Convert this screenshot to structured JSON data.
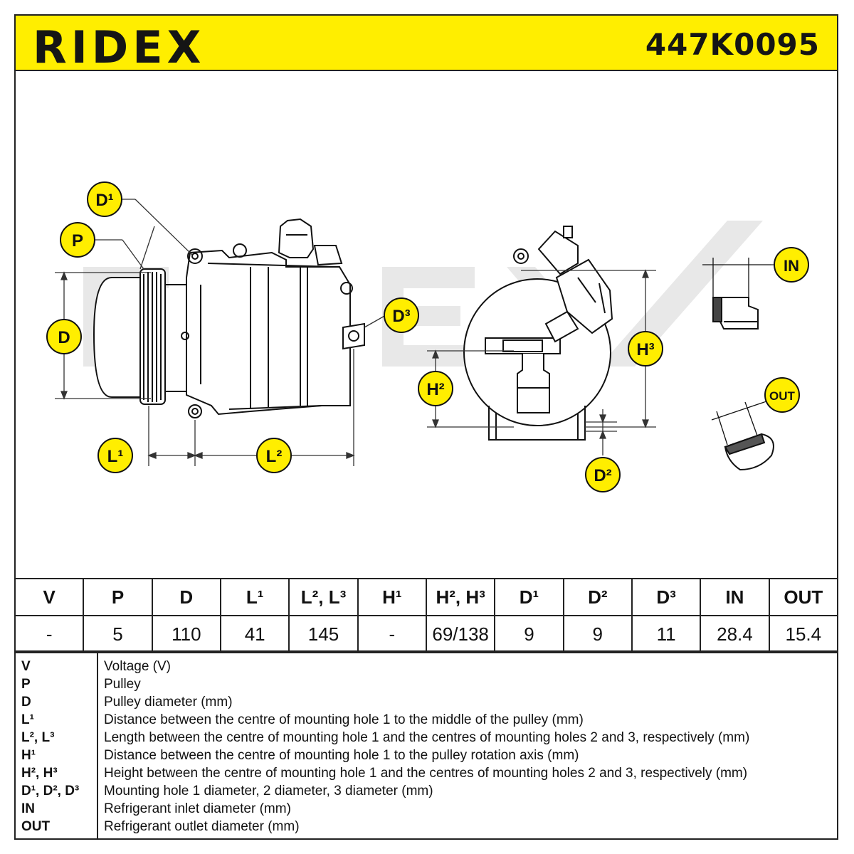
{
  "header": {
    "brand": "RIDEX",
    "part_number": "447K0095"
  },
  "colors": {
    "brand_yellow": "#ffee00",
    "label_black": "#151515",
    "watermark_grey": "#e6e6e6"
  },
  "callouts": {
    "d1": "D¹",
    "p": "P",
    "d": "D",
    "l1": "L¹",
    "l2": "L²",
    "d3": "D³",
    "h2": "H²",
    "h3": "H³",
    "d2": "D²",
    "in": "IN",
    "out": "OUT"
  },
  "spec_table": {
    "headers": [
      "V",
      "P",
      "D",
      "L¹",
      "L², L³",
      "H¹",
      "H², H³",
      "D¹",
      "D²",
      "D³",
      "IN",
      "OUT"
    ],
    "values": [
      "-",
      "5",
      "110",
      "41",
      "145",
      "-",
      "69/138",
      "9",
      "9",
      "11",
      "28.4",
      "15.4"
    ]
  },
  "legend": [
    {
      "key": "V",
      "text": "Voltage (V)"
    },
    {
      "key": "P",
      "text": "Pulley"
    },
    {
      "key": "D",
      "text": "Pulley diameter (mm)"
    },
    {
      "key": "L¹",
      "text": "Distance between the centre of mounting hole 1 to the middle of the pulley (mm)"
    },
    {
      "key": "L², L³",
      "text": "Length between the centre of mounting hole 1 and the centres of mounting holes 2 and 3, respectively (mm)"
    },
    {
      "key": "H¹",
      "text": "Distance between the centre of mounting hole 1 to the pulley rotation axis (mm)"
    },
    {
      "key": "H², H³",
      "text": "Height between the centre of mounting hole 1 and the centres of mounting holes 2 and 3, respectively (mm)"
    },
    {
      "key": "D¹, D², D³",
      "text": "Mounting hole 1 diameter, 2 diameter, 3 diameter (mm)"
    },
    {
      "key": "IN",
      "text": "Refrigerant inlet diameter (mm)"
    },
    {
      "key": "OUT",
      "text": "Refrigerant outlet diameter (mm)"
    }
  ]
}
